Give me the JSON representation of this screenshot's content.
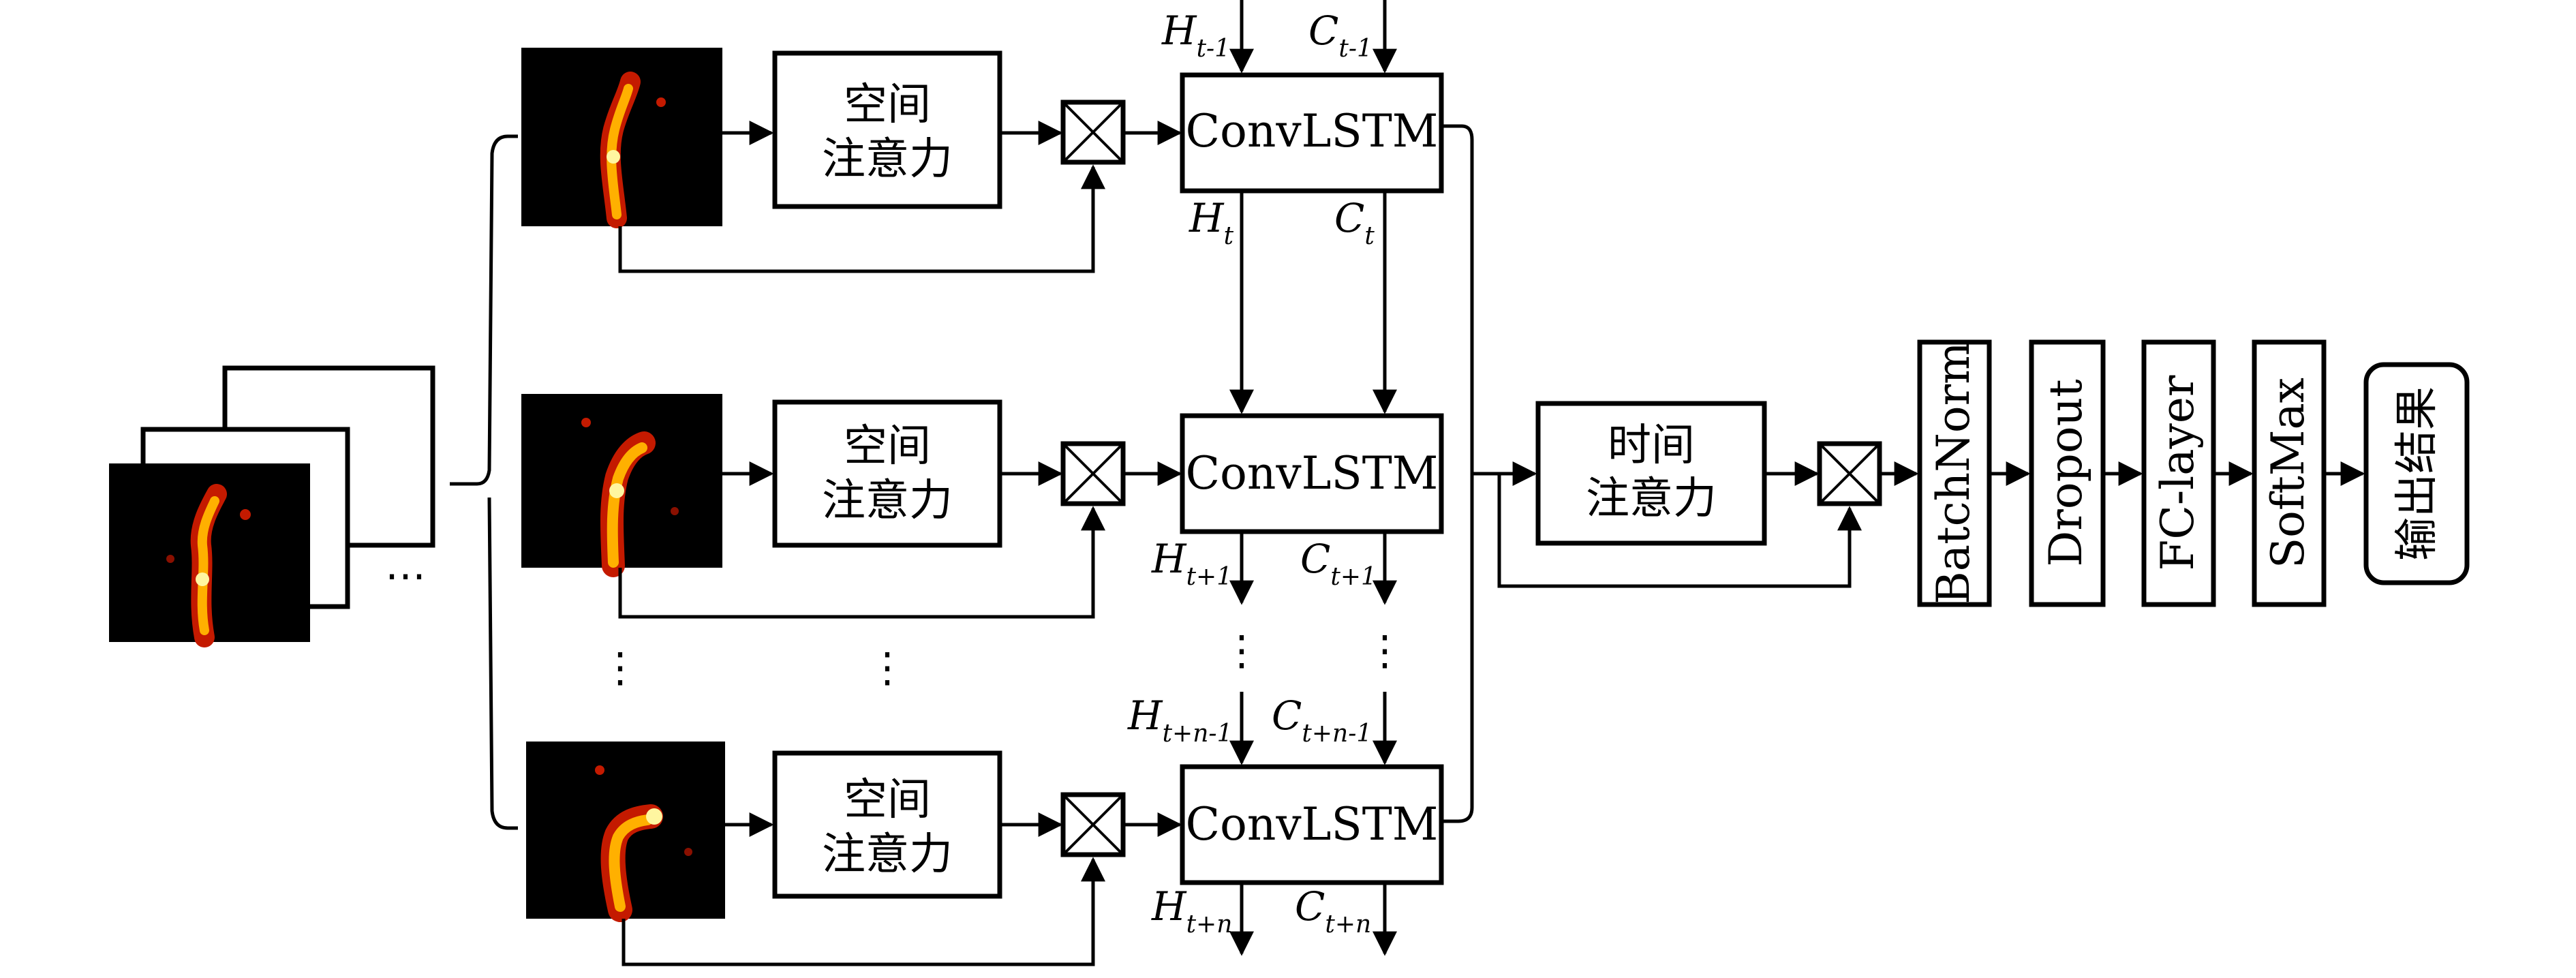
{
  "rows": [
    {
      "spatial_label": [
        "空间",
        "注意力"
      ],
      "lstm_label": "ConvLSTM",
      "in_h": {
        "base": "H",
        "sub": "t-1"
      },
      "in_c": {
        "base": "C",
        "sub": "t-1"
      },
      "out_h": {
        "base": "H",
        "sub": "t"
      },
      "out_c": {
        "base": "C",
        "sub": "t"
      }
    },
    {
      "spatial_label": [
        "空间",
        "注意力"
      ],
      "lstm_label": "ConvLSTM",
      "out_h": {
        "base": "H",
        "sub": "t+1"
      },
      "out_c": {
        "base": "C",
        "sub": "t+1"
      }
    },
    {
      "spatial_label": [
        "空间",
        "注意力"
      ],
      "lstm_label": "ConvLSTM",
      "in_h": {
        "base": "H",
        "sub": "t+n-1"
      },
      "in_c": {
        "base": "C",
        "sub": "t+n-1"
      },
      "out_h": {
        "base": "H",
        "sub": "t+n"
      },
      "out_c": {
        "base": "C",
        "sub": "t+n"
      }
    }
  ],
  "temporal_attention": [
    "时间",
    "注意力"
  ],
  "pipeline": [
    "BatchNorm",
    "Dropout",
    "FC-layer",
    "SoftMax"
  ],
  "output_label": "输出结果",
  "ellipsis": "⋯",
  "vdots": "⋮"
}
